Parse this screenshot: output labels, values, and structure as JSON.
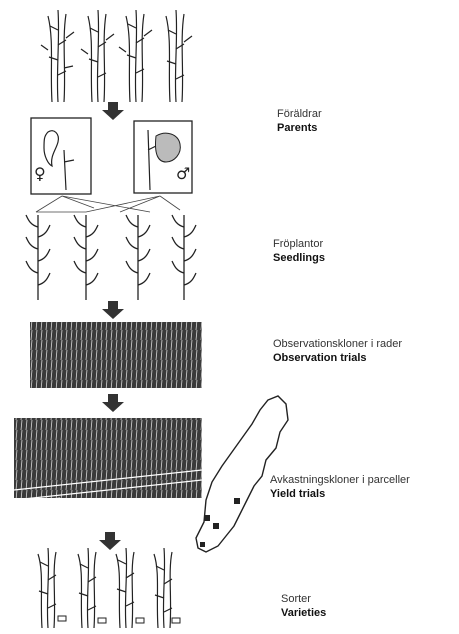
{
  "stages": [
    {
      "id": "parents",
      "label_sv": "Föräldrar",
      "label_en": "Parents"
    },
    {
      "id": "seedlings",
      "label_sv": "Fröplantor",
      "label_en": "Seedlings"
    },
    {
      "id": "observation",
      "label_sv": "Observationskloner i rader",
      "label_en": "Observation trials"
    },
    {
      "id": "yield",
      "label_sv": "Avkastningskloner i parceller",
      "label_en": "Yield trials"
    },
    {
      "id": "varieties",
      "label_sv": "Sorter",
      "label_en": "Varieties"
    }
  ],
  "symbols": {
    "female": "♀",
    "male": "♂"
  },
  "colors": {
    "ink": "#222222",
    "arrow": "#333333",
    "plot": "#555555"
  }
}
